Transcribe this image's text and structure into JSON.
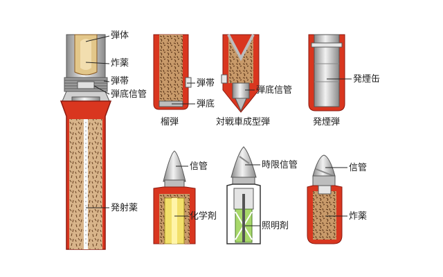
{
  "colors": {
    "shell_red": "#d9361f",
    "shell_dark": "#8a1a10",
    "metal_light": "#e9e9e9",
    "metal_mid": "#bdbdbd",
    "metal_dark": "#7d7d7d",
    "explosive": "#c89a6a",
    "explosive_dark": "#5a3418",
    "propellant": "#d8b48a",
    "chemical_yellow": "#f2e06a",
    "illum_green": "#a8d86a",
    "leader": "#222222"
  },
  "cartridge": {
    "labels": {
      "shell_body": "弾体",
      "charge": "炸薬",
      "band": "弾帯",
      "base_fuze": "弾底信管",
      "propellant": "発射薬"
    }
  },
  "shells": {
    "he": {
      "caption": "榴弾",
      "labels": {
        "band": "弾帯",
        "base": "弾底"
      }
    },
    "heat": {
      "caption": "対戦車成型弾",
      "labels": {
        "base_fuze": "弾底信管"
      }
    },
    "smoke": {
      "caption": "発煙弾",
      "labels": {
        "canister": "発煙缶"
      }
    },
    "chemical": {
      "labels": {
        "fuze": "信管",
        "agent": "化学剤"
      }
    },
    "illumination": {
      "labels": {
        "time_fuze": "時限信管",
        "illuminant": "照明剤"
      }
    },
    "explosive": {
      "labels": {
        "fuze": "信管",
        "charge": "炸薬"
      }
    }
  }
}
